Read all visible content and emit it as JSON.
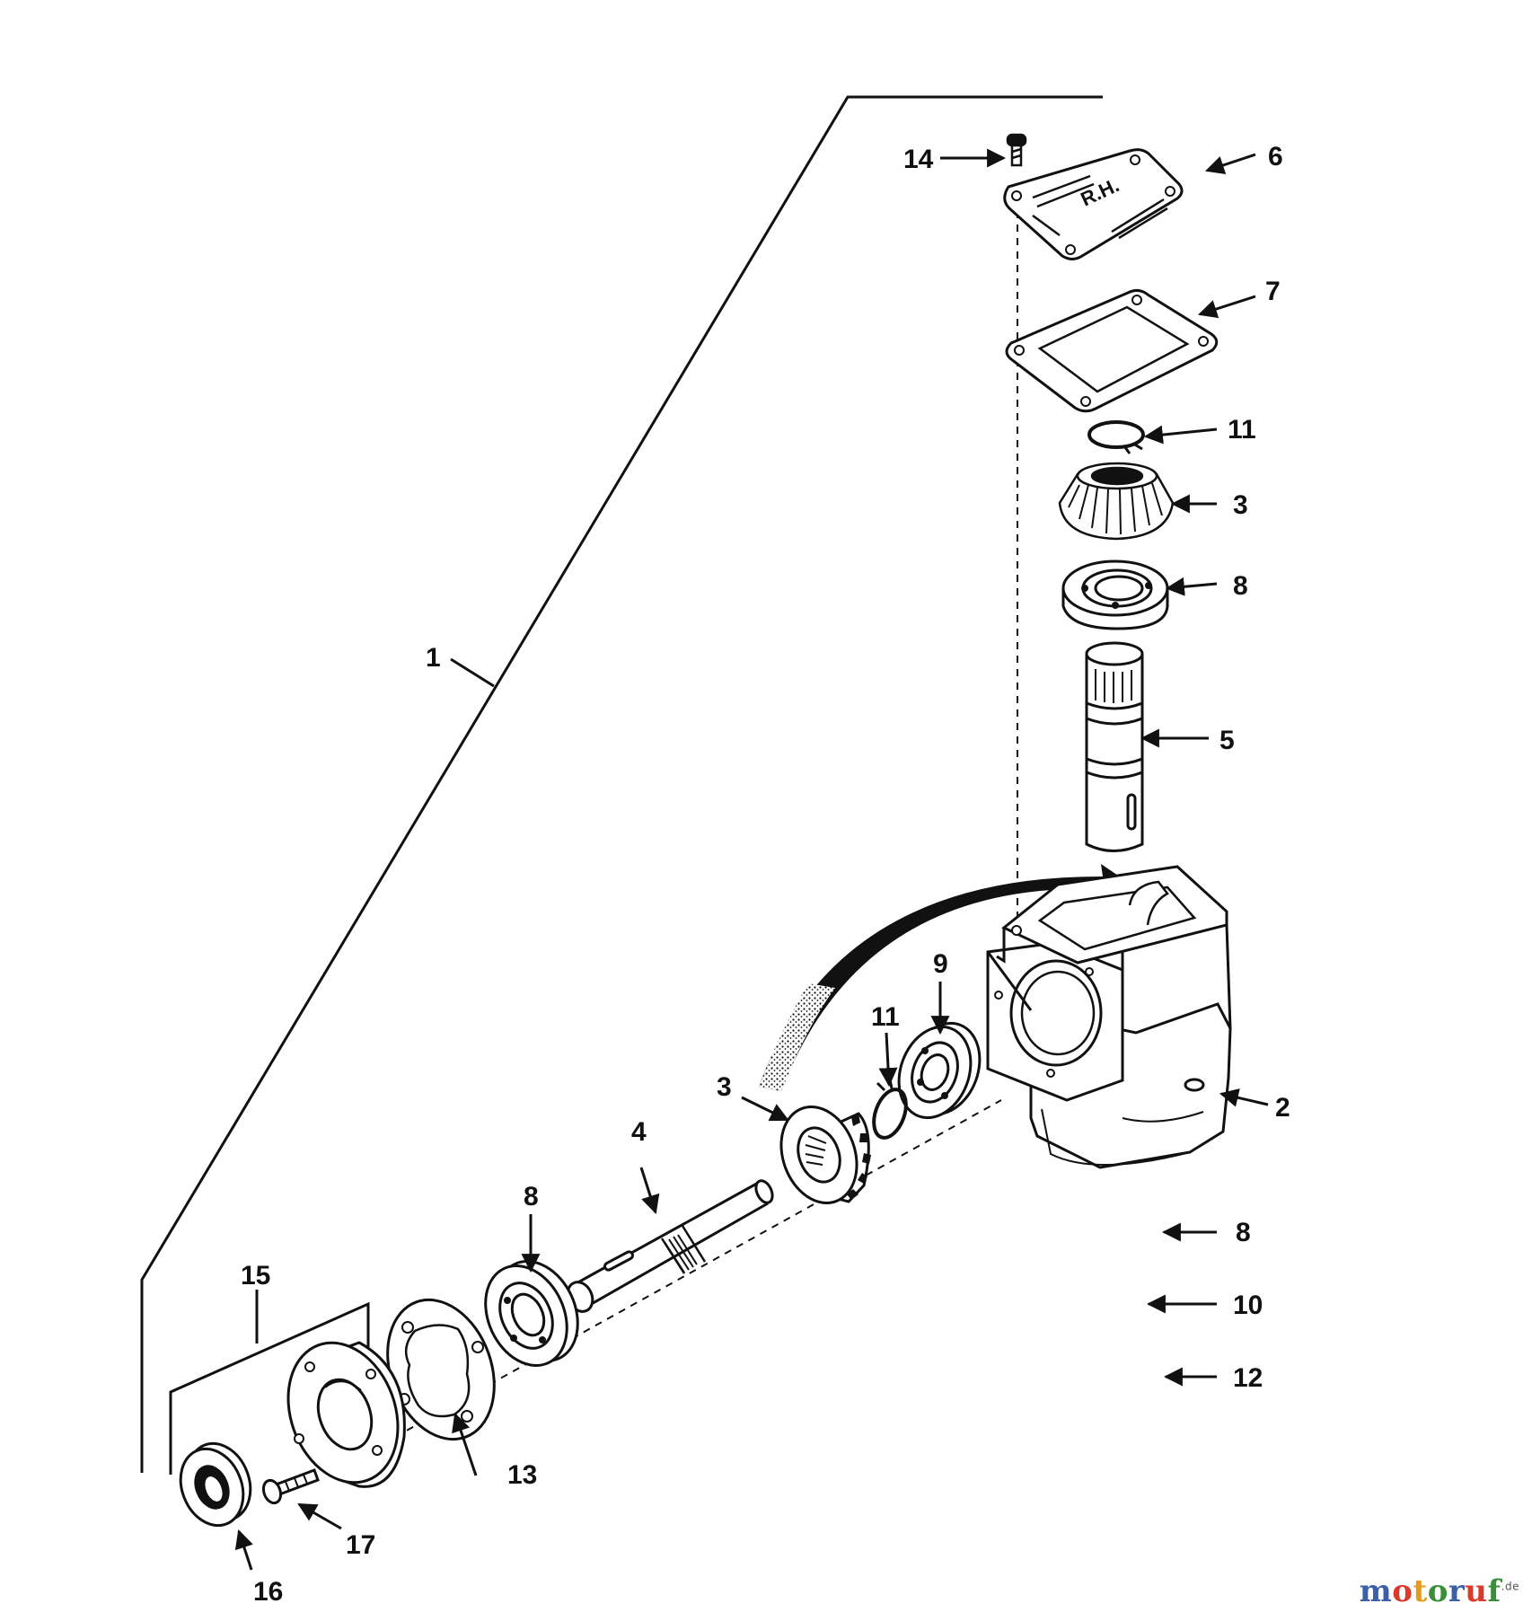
{
  "diagram": {
    "callouts": {
      "c1": "1",
      "c2": "2",
      "c3a": "3",
      "c3b": "3",
      "c4": "4",
      "c5": "5",
      "c6": "6",
      "c7": "7",
      "c8a": "8",
      "c8b": "8",
      "c8c": "8",
      "c9": "9",
      "c10": "10",
      "c11a": "11",
      "c11b": "11",
      "c12": "12",
      "c13": "13",
      "c14": "14",
      "c15": "15",
      "c16": "16",
      "c17": "17"
    },
    "cover_marking": "R.H."
  },
  "watermark": {
    "letters": [
      "m",
      "o",
      "t",
      "o",
      "r",
      "u",
      "f"
    ],
    "colors": [
      "#3b5fa8",
      "#d93a2b",
      "#e39a1f",
      "#3b8f3b",
      "#3b5fa8",
      "#d93a2b",
      "#3b8f3b"
    ],
    "suffix": ".de"
  },
  "colors": {
    "ink": "#111111",
    "background": "#ffffff"
  }
}
